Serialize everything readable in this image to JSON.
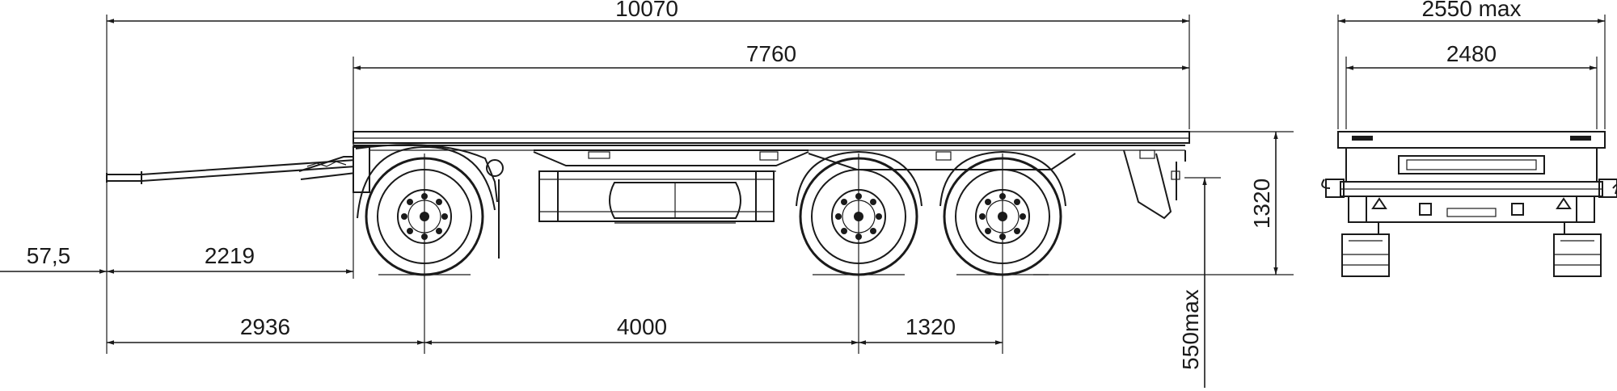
{
  "dimensions": {
    "overall_length": "10070",
    "platform_length": "7760",
    "overall_width_max": "2550 max",
    "platform_width": "2480",
    "drawbar_offset": "57,5",
    "drawbar_length": "2219",
    "front_axle_distance": "2936",
    "wheelbase": "4000",
    "rear_axle_spacing": "1320",
    "platform_height": "1320",
    "coupling_height_max": "550max"
  }
}
